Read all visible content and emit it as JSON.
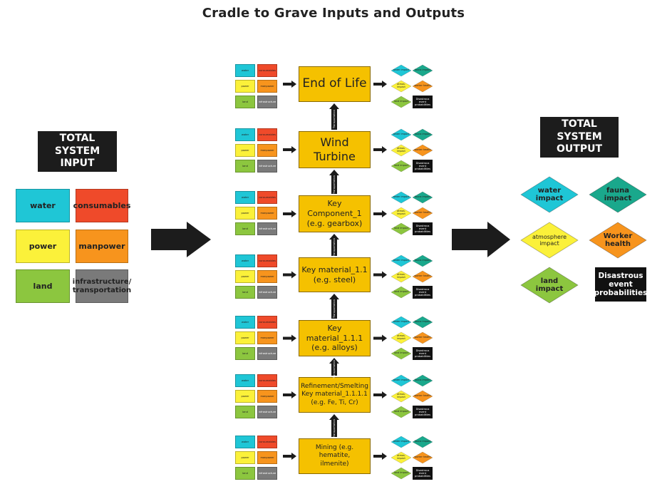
{
  "title": "Cradle to Grave Inputs and Outputs",
  "total_input": {
    "header": "TOTAL SYSTEM\nINPUT",
    "boxes": [
      {
        "label": "water",
        "color": "#1fc6d6"
      },
      {
        "label": "consumables",
        "color": "#ef4a2a"
      },
      {
        "label": "power",
        "color": "#fbf13a"
      },
      {
        "label": "manpower",
        "color": "#f7941d"
      },
      {
        "label": "land",
        "color": "#8cc63f"
      },
      {
        "label": "infrastructure/\ntransportation",
        "color": "#7a7a7a"
      }
    ]
  },
  "total_output": {
    "header": "TOTAL SYSTEM\nOUTPUT",
    "items": [
      {
        "label": "water\nimpact",
        "color": "#1fc6d6",
        "shape": "diamond"
      },
      {
        "label": "fauna\nimpact",
        "color": "#1aa88c",
        "shape": "diamond"
      },
      {
        "label": "atmosphere\nimpact",
        "color": "#fbf13a",
        "shape": "diamond"
      },
      {
        "label": "Worker\nhealth",
        "color": "#f7941d",
        "shape": "diamond"
      },
      {
        "label": "land\nimpact",
        "color": "#8cc63f",
        "shape": "diamond"
      },
      {
        "label": "Disastrous\nevent\nprobabilities",
        "color": "#111111",
        "shape": "box"
      }
    ]
  },
  "stage_inputs": [
    "water",
    "consumables",
    "power",
    "manpower",
    "land",
    "infrastructure"
  ],
  "stage_outputs": [
    "water impact",
    "fauna impact",
    "atmos. impact",
    "worker health",
    "land impact",
    "Disastrous event probabilities"
  ],
  "transport_label": "Transportation",
  "stages": [
    {
      "label": "End of Life",
      "size": "large"
    },
    {
      "label": "Wind\nTurbine",
      "size": "large"
    },
    {
      "label": "Key\nComponent_1\n(e.g. gearbox)",
      "size": "medium"
    },
    {
      "label": "Key material_1.1\n(e.g. steel)",
      "size": "medium"
    },
    {
      "label": "Key\nmaterial_1.1.1\n(e.g. alloys)",
      "size": "medium"
    },
    {
      "label": "Refinement/Smelting\nKey material_1.1.1.1\n(e.g. Fe, Ti, Cr)",
      "size": "small"
    },
    {
      "label": "Mining (e.g. hematite,\nilmenite)",
      "size": "small"
    }
  ]
}
